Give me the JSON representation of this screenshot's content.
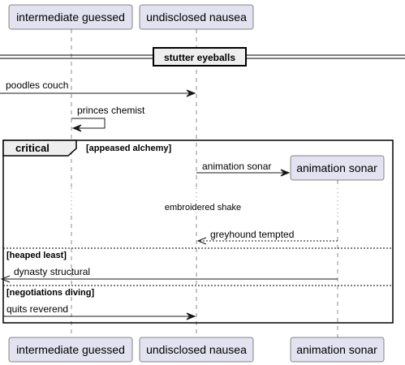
{
  "participants": {
    "p1": "intermediate guessed",
    "p2": "undisclosed nausea",
    "p3": "animation sonar"
  },
  "divider": "stutter eyeballs",
  "messages": {
    "m1": "poodles couch",
    "m2": "princes chemist",
    "m3": "animation sonar",
    "m4": "greyhound tempted",
    "m5": "dynasty structural",
    "m6": "quits reverend"
  },
  "delay": "embroidered shake",
  "fragment": {
    "keyword": "critical",
    "guard1": "[appeased alchemy]",
    "guard2": "[heaped least]",
    "guard3": "[negotiations diving]"
  }
}
